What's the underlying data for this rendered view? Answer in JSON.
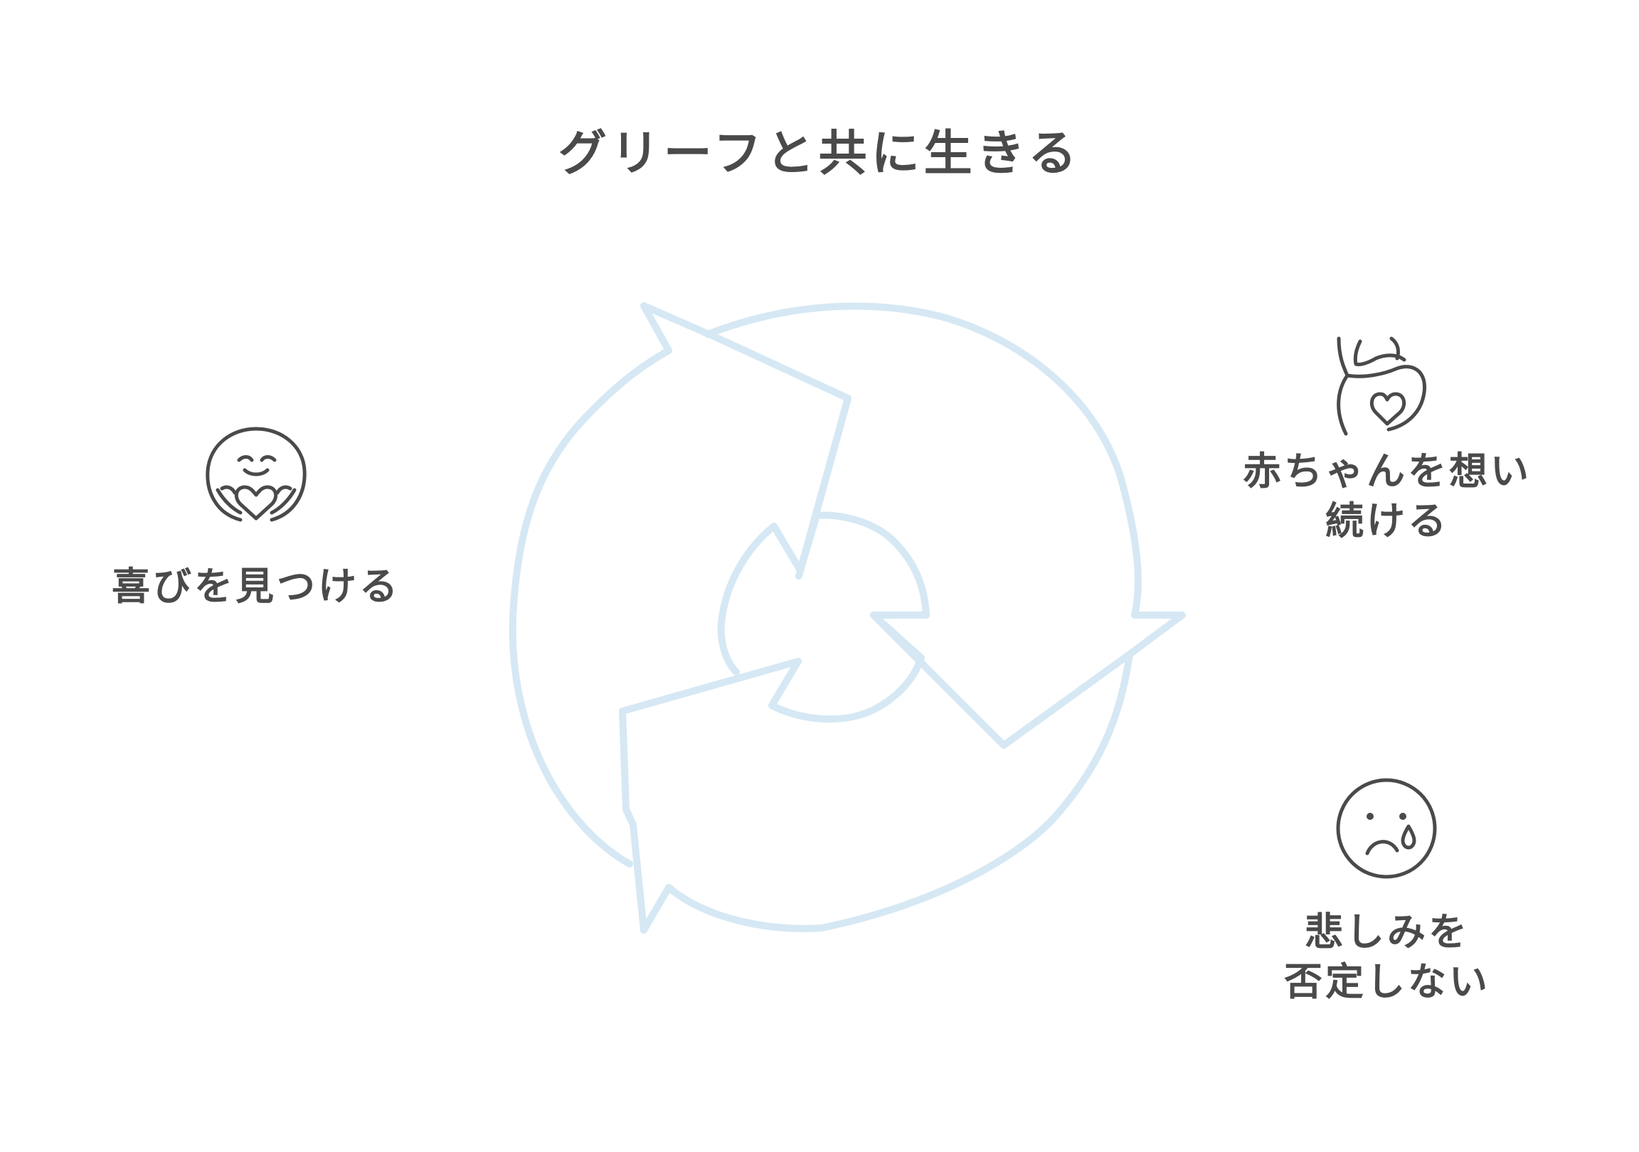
{
  "diagram": {
    "title": "グリーフと共に生きる",
    "colors": {
      "arrow_stroke": "#d5e8f4",
      "text": "#4a4a4a",
      "background": "#ffffff"
    },
    "items": [
      {
        "icon": "hugging-heart-face-icon",
        "lines": [
          "喜びを見つける"
        ]
      },
      {
        "icon": "pregnant-belly-heart-icon",
        "lines": [
          "赤ちゃんを想い",
          "続ける"
        ]
      },
      {
        "icon": "crying-face-icon",
        "lines": [
          "悲しみを",
          "否定しない"
        ]
      }
    ]
  }
}
